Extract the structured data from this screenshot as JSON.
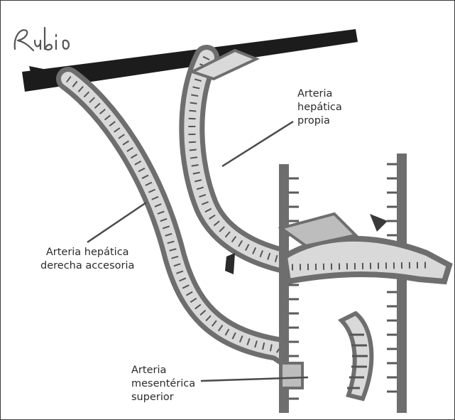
{
  "signature": "Rubio",
  "labels": {
    "hepatica_propia": [
      "Arteria",
      "hepática",
      "propia"
    ],
    "hepatica_derecha_accesoria": [
      "Arteria hepática",
      "derecha accesoria"
    ],
    "mesenterica_superior": [
      "Arteria",
      "mesentérica",
      "superior"
    ]
  },
  "colors": {
    "vessel_outer": "#6e6e6e",
    "vessel_inner": "#d9d9d9",
    "hatch": "#5a5a5a",
    "bar": "#1c1c1c",
    "text": "#2b2b2b",
    "pointer": "#4a4a4a"
  }
}
